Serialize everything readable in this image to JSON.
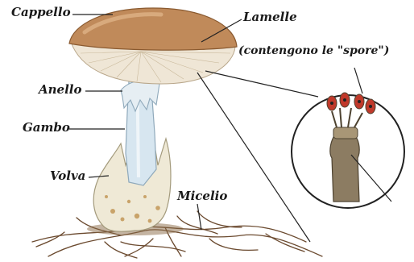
{
  "labels": {
    "cappello": "Cappello",
    "lamelle": "Lamelle",
    "spore_note": "(contengono le \"spore\")",
    "anello": "Anello",
    "gambo": "Gambo",
    "volva": "Volva",
    "micelio": "Micelio"
  },
  "colors": {
    "cap_top": "#c08a5a",
    "cap_edge": "#a76f3f",
    "gills": "#efe6d6",
    "stem": "#cfe0ec",
    "volva": "#efe9d6",
    "mycelium": "#6b4a2f",
    "spore": "#c0392b",
    "basidium": "#7a6b52"
  }
}
